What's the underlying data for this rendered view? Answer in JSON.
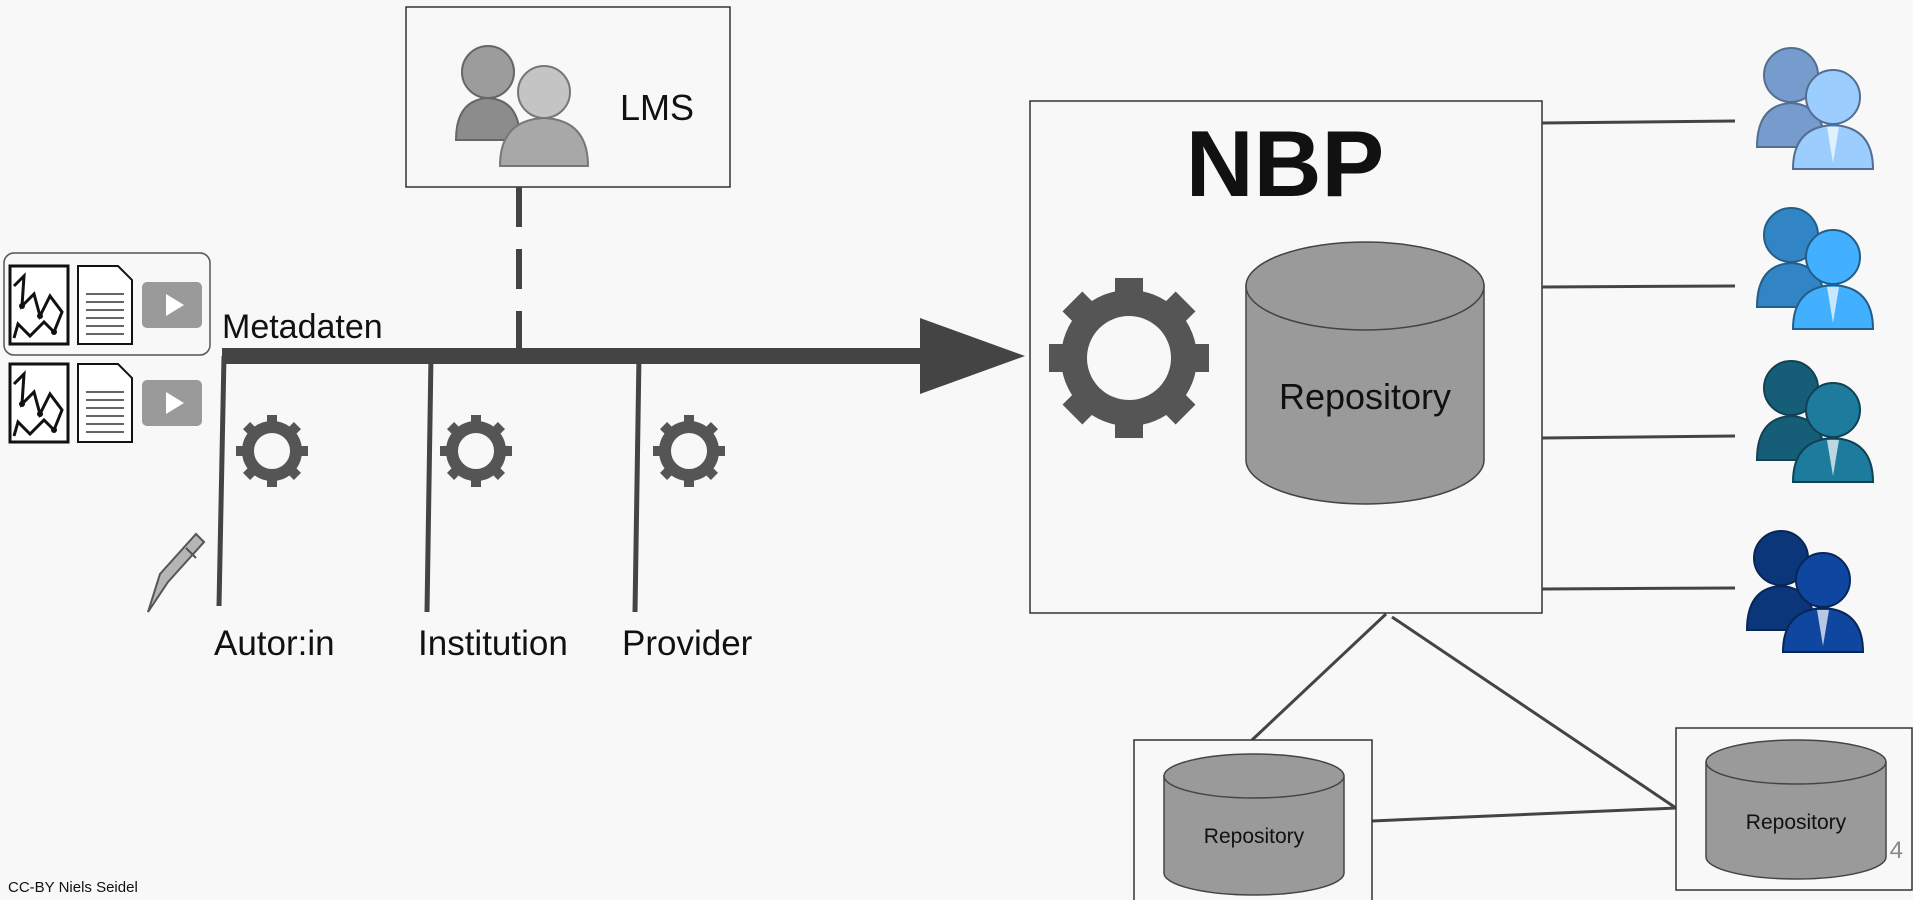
{
  "lms": {
    "label": "LMS"
  },
  "flow": {
    "metadata_label": "Metadaten",
    "stations": [
      {
        "label": "Autor:in"
      },
      {
        "label": "Institution"
      },
      {
        "label": "Provider"
      }
    ]
  },
  "nbp": {
    "title": "NBP",
    "repository_label": "Repository"
  },
  "small_repositories": [
    {
      "label": "Repository"
    },
    {
      "label": "Repository"
    }
  ],
  "user_groups": [
    {
      "icon": "user-group-icon",
      "color": "#8ab8f0"
    },
    {
      "icon": "user-group-icon",
      "color": "#3b9de6"
    },
    {
      "icon": "user-group-icon",
      "color": "#1a6e8c"
    },
    {
      "icon": "user-group-icon",
      "color": "#0d3f8f"
    }
  ],
  "footer": {
    "credit": "CC-BY Niels Seidel",
    "page_number": "4"
  },
  "colors": {
    "background": "#f8f8f8",
    "line": "#444444",
    "gear": "#555555",
    "cylinder": "#9a9a9a"
  }
}
